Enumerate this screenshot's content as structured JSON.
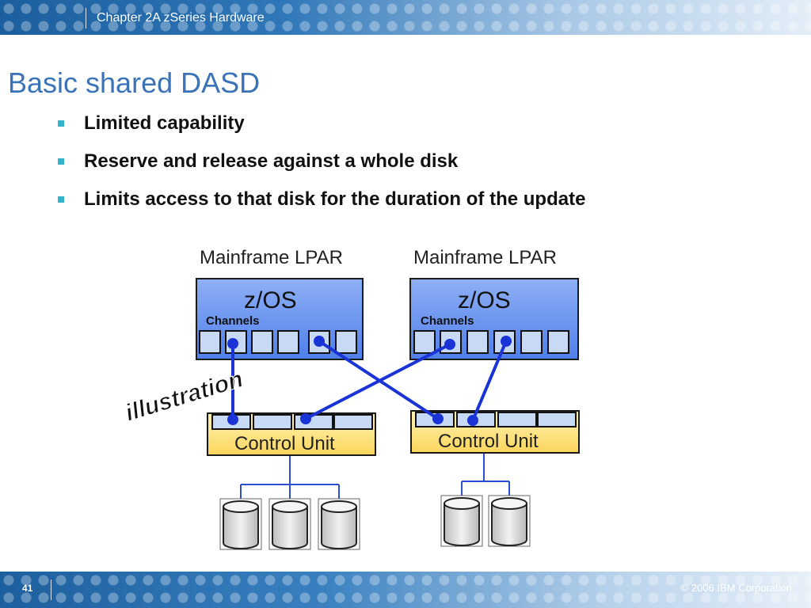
{
  "header": {
    "chapter": "Chapter 2A zSeries Hardware"
  },
  "slide": {
    "title": "Basic shared DASD",
    "bullets": [
      "Limited capability",
      "Reserve and release against a whole disk",
      "Limits access to that disk for the duration of the update"
    ]
  },
  "diagram": {
    "lpar_label": "Mainframe LPAR",
    "os_label": "z/OS",
    "channels_label": "Channels",
    "control_unit_label": "Control Unit",
    "stamp": "illustration",
    "colors": {
      "os_box": "#5b87ee",
      "control_unit": "#fde27a",
      "link": "#1a33d6",
      "port": "#c7d9f4",
      "disk": "#e2e2e2"
    }
  },
  "footer": {
    "page_number": "41",
    "copyright": "© 2006 IBM Corporation"
  }
}
